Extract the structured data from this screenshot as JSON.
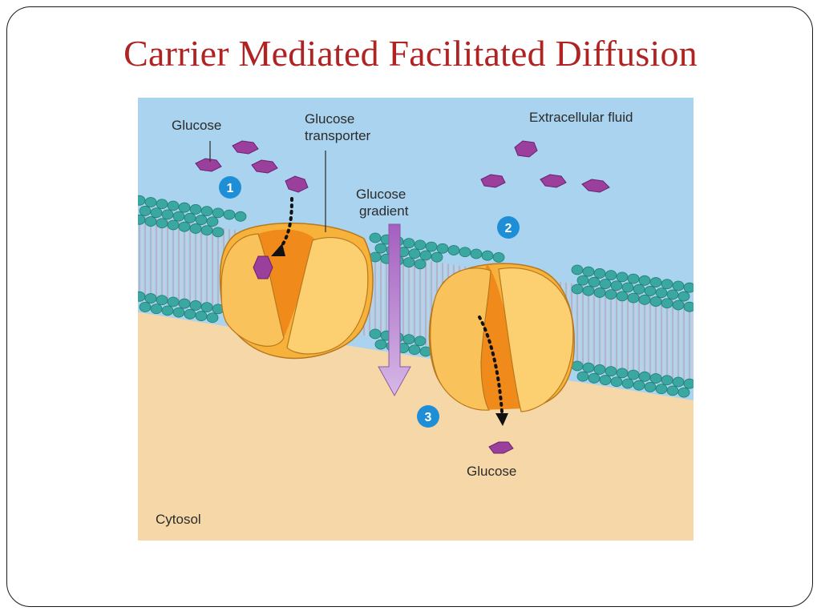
{
  "slide": {
    "title": "Carrier Mediated Facilitated Diffusion"
  },
  "figure": {
    "labels": {
      "glucose_top": "Glucose",
      "transporter_line1": "Glucose",
      "transporter_line2": "transporter",
      "gradient_line1": "Glucose",
      "gradient_line2": "gradient",
      "extracellular": "Extracellular fluid",
      "glucose_bottom": "Glucose",
      "cytosol": "Cytosol"
    },
    "steps": [
      "1",
      "2",
      "3"
    ],
    "colors": {
      "extracellular": "#a9d3ee",
      "cytosol": "#f6d8a8",
      "lipid_head": "#3aa8a0",
      "transporter": "#f7b23b",
      "transporter_channel": "#f08a1a",
      "glucose": "#9a3f9c",
      "gradient_arrow": "#b98fd0",
      "step_badge": "#1e8fd6",
      "title": "#b02323"
    }
  }
}
